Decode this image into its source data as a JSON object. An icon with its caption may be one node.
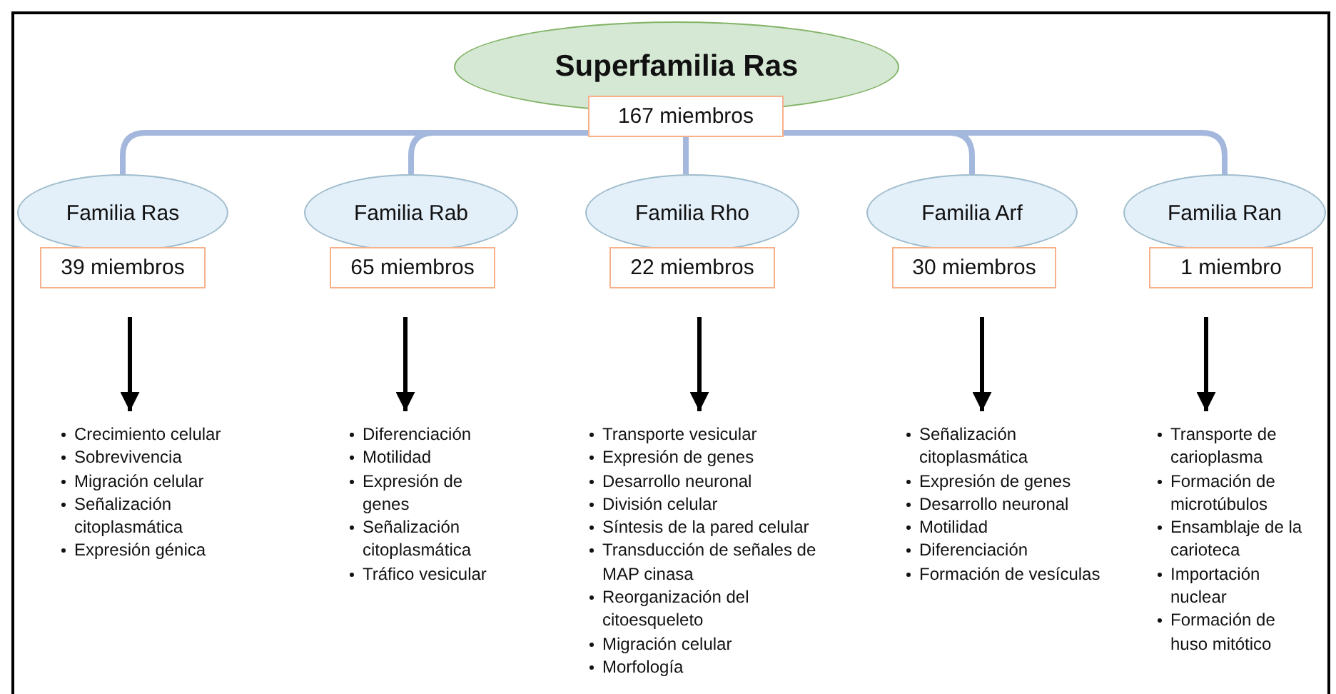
{
  "diagram": {
    "nodes": [
      {
        "text": [
          "Superfamilia Ras"
        ]
      },
      {
        "text": [
          "167 miembros"
        ]
      },
      {
        "text": [
          "Familia Ras"
        ]
      },
      {
        "text": [
          "Familia Rab"
        ]
      },
      {
        "text": [
          "Familia Rho"
        ]
      },
      {
        "text": [
          "Familia Arf"
        ]
      },
      {
        "text": [
          "Familia Ran"
        ]
      },
      {
        "text": [
          "39 miembros"
        ]
      },
      {
        "text": [
          "65 miembros"
        ]
      },
      {
        "text": [
          "22 miembros"
        ]
      },
      {
        "text": [
          "30 miembros"
        ]
      },
      {
        "text": [
          "1 miembro"
        ]
      },
      {
        "text": [
          "Crecimiento celular",
          "Sobrevivencia",
          "Migración celular",
          "Señalización citoplasmática",
          "Expresión génica"
        ]
      },
      {
        "text": [
          "Diferenciación",
          "Motilidad",
          "Expresión de genes",
          "Señalización citoplasmática",
          "Tráfico vesicular"
        ]
      },
      {
        "text": [
          "Transporte vesicular",
          "Expresión de genes",
          "Desarrollo neuronal",
          "División celular",
          "Síntesis de la pared celular",
          "Transducción de señales de MAP cinasa",
          "Reorganización del citoesqueleto",
          "Migración celular",
          "Morfología"
        ]
      },
      {
        "text": [
          "Señalización citoplasmática",
          "Expresión de genes",
          "Desarrollo neuronal",
          "Motilidad",
          "Diferenciación",
          "Formación de vesículas"
        ]
      },
      {
        "text": [
          "Transporte de carioplasma",
          "Formación de microtúbulos",
          "Ensamblaje de la carioteca",
          "Importación nuclear",
          "Formación de huso mitótico"
        ]
      }
    ],
    "edges": [
      {
        "from": 1,
        "to": 2,
        "arrow": "none",
        "color": "#a4b7dc"
      },
      {
        "from": 1,
        "to": 3,
        "arrow": "none",
        "color": "#a4b7dc"
      },
      {
        "from": 1,
        "to": 4,
        "arrow": "none",
        "color": "#a4b7dc"
      },
      {
        "from": 1,
        "to": 5,
        "arrow": "none",
        "color": "#a4b7dc"
      },
      {
        "from": 1,
        "to": 6,
        "arrow": "none",
        "color": "#a4b7dc"
      },
      {
        "from": 7,
        "to": 12,
        "arrow": "to",
        "color": "#000000"
      },
      {
        "from": 8,
        "to": 13,
        "arrow": "to",
        "color": "#000000"
      },
      {
        "from": 9,
        "to": 14,
        "arrow": "to",
        "color": "#000000"
      },
      {
        "from": 10,
        "to": 15,
        "arrow": "to",
        "color": "#000000"
      },
      {
        "from": 11,
        "to": 16,
        "arrow": "to",
        "color": "#000000"
      }
    ]
  }
}
